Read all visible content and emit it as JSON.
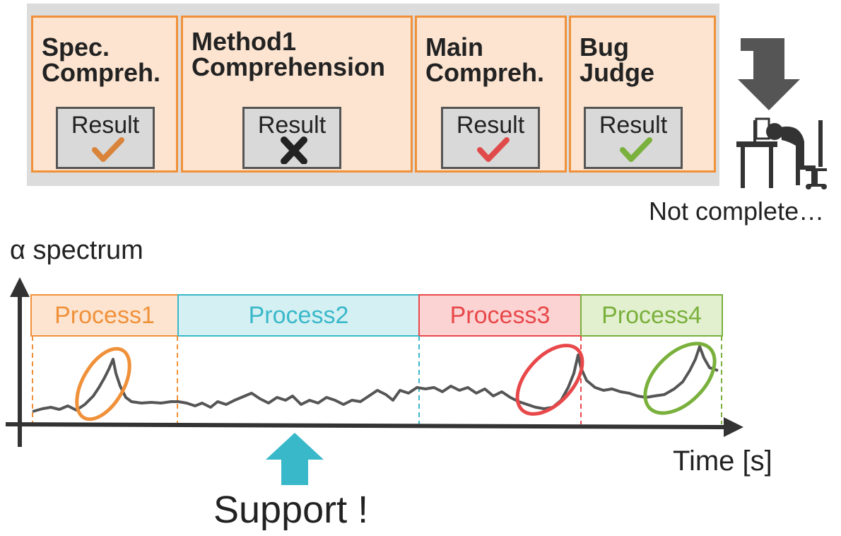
{
  "tasks": [
    {
      "title": "Spec.\nCompreh.",
      "result_label": "Result",
      "mark": "check",
      "mark_color": "#d9843a"
    },
    {
      "title": "Method1\nComprehension",
      "result_label": "Result",
      "mark": "cross",
      "mark_color": "#222222"
    },
    {
      "title": "Main\nCompreh.",
      "result_label": "Result",
      "mark": "check",
      "mark_color": "#e04a4a"
    },
    {
      "title": "Bug\nJudge",
      "result_label": "Result",
      "mark": "check",
      "mark_color": "#7ab03c"
    }
  ],
  "status_text": "Not complete…",
  "timeline": {
    "y_label": "α spectrum",
    "x_label": "Time [s]",
    "processes": [
      {
        "label": "Process1",
        "color": "#f0913a",
        "fill": "#fce4d0"
      },
      {
        "label": "Process2",
        "color": "#39b8c9",
        "fill": "#d4f0f3"
      },
      {
        "label": "Process3",
        "color": "#e8484a",
        "fill": "#fbd3d3"
      },
      {
        "label": "Process4",
        "color": "#7ab03c",
        "fill": "#e3f0d0"
      }
    ]
  },
  "support_text": "Support !"
}
